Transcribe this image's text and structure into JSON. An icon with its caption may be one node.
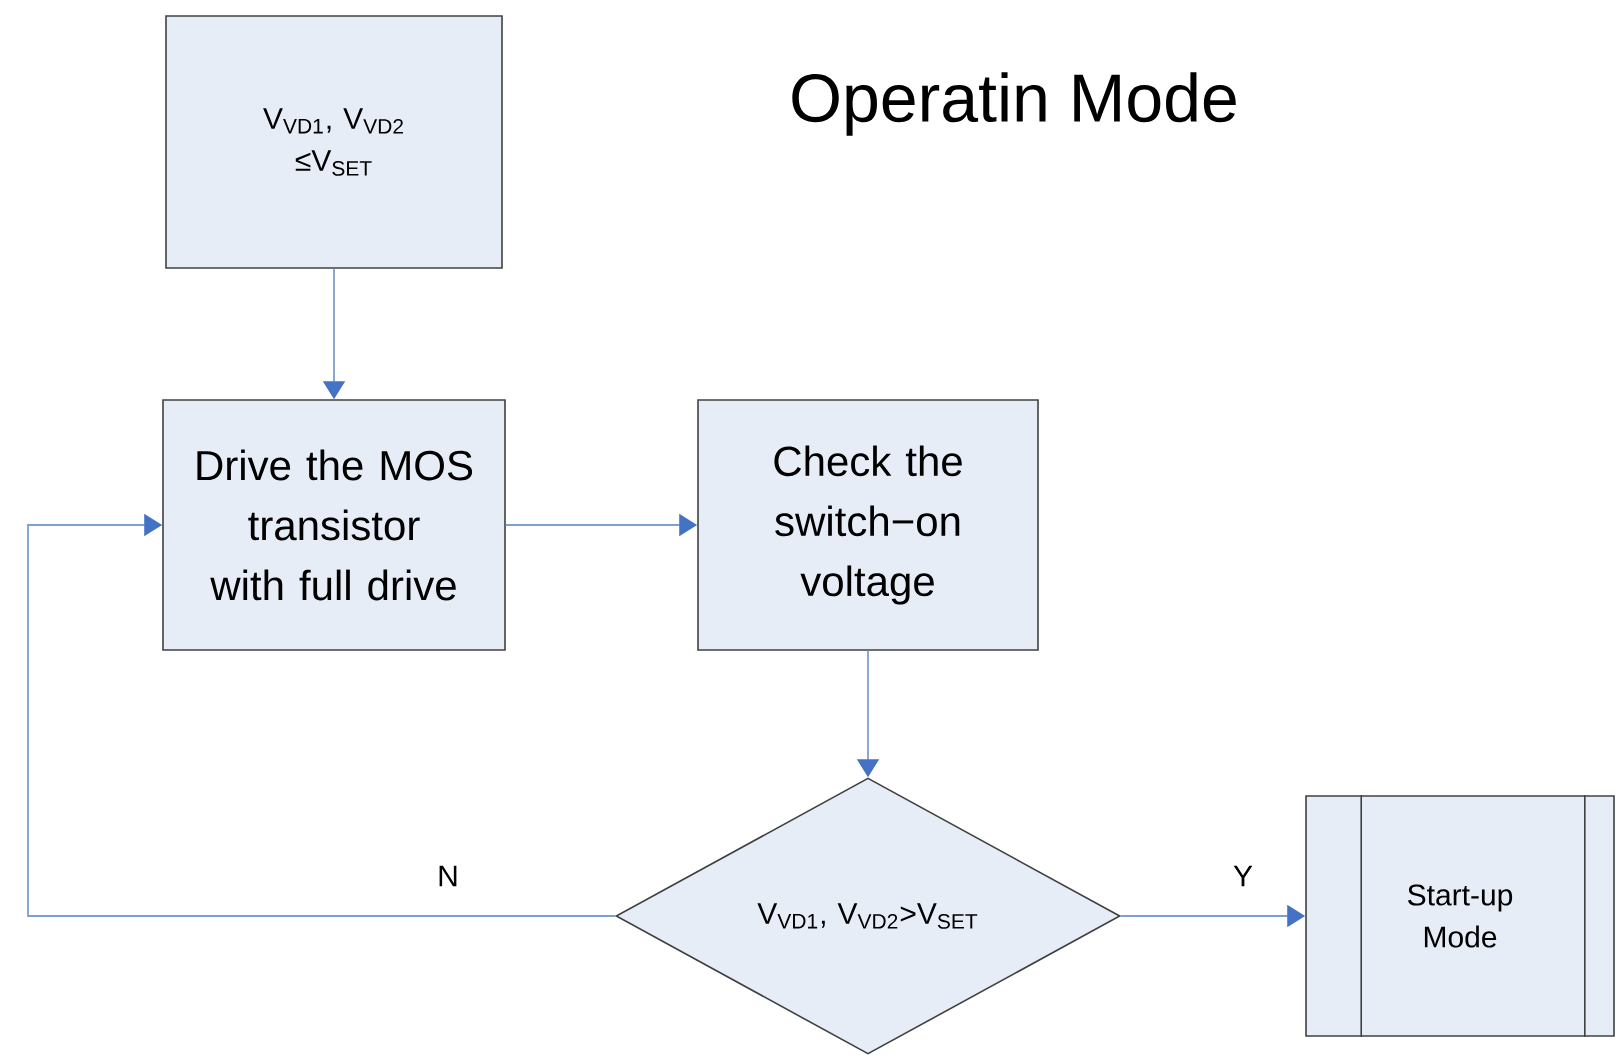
{
  "diagram": {
    "title": "Operatin Mode",
    "nodes": [
      {
        "text": [
          "V$_{VD1}$, V$_{VD2}$ ≤V$_{SET}$"
        ]
      },
      {
        "text": [
          "Drive the MOS transistor with full drive"
        ]
      },
      {
        "text": [
          "Check the switch−on voltage"
        ]
      },
      {
        "text": [
          "V$_{VD1}$, V$_{VD2}$>V$_{SET}$"
        ]
      },
      {
        "text": [
          "Start-up Mode"
        ]
      }
    ],
    "edges": [
      {
        "from": 0,
        "to": 1,
        "arrow": "to"
      },
      {
        "from": 1,
        "to": 2,
        "arrow": "to"
      },
      {
        "from": 2,
        "to": 3,
        "arrow": "to"
      },
      {
        "from": 3,
        "to": 1,
        "arrow": "to",
        "label": "N"
      },
      {
        "from": 3,
        "to": 4,
        "arrow": "to",
        "label": "Y"
      }
    ]
  }
}
